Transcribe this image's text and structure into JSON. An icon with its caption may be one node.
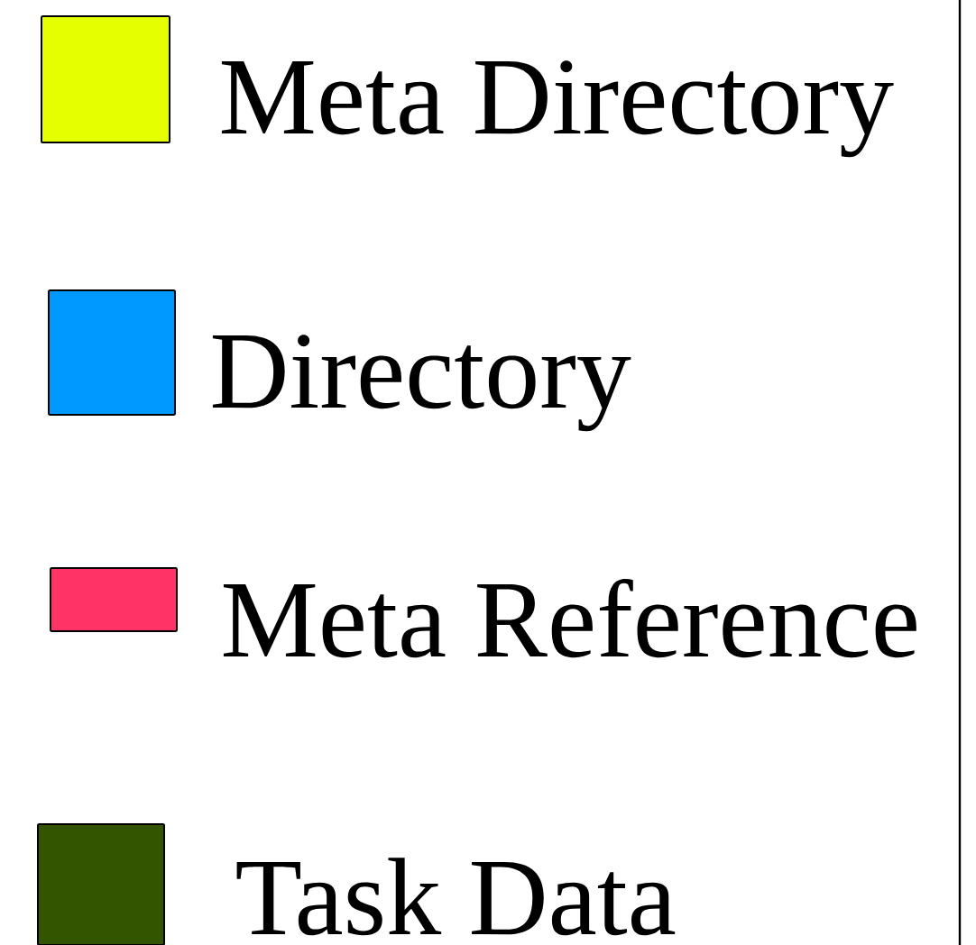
{
  "diagram": {
    "legend": [
      {
        "text": "Meta Directory",
        "color": "#e6ff00"
      },
      {
        "text": "Directory",
        "color": "#0099ff"
      },
      {
        "text": "Meta Reference",
        "color": "#ff3366"
      },
      {
        "text": "Task Data",
        "color": "#335500"
      }
    ]
  }
}
